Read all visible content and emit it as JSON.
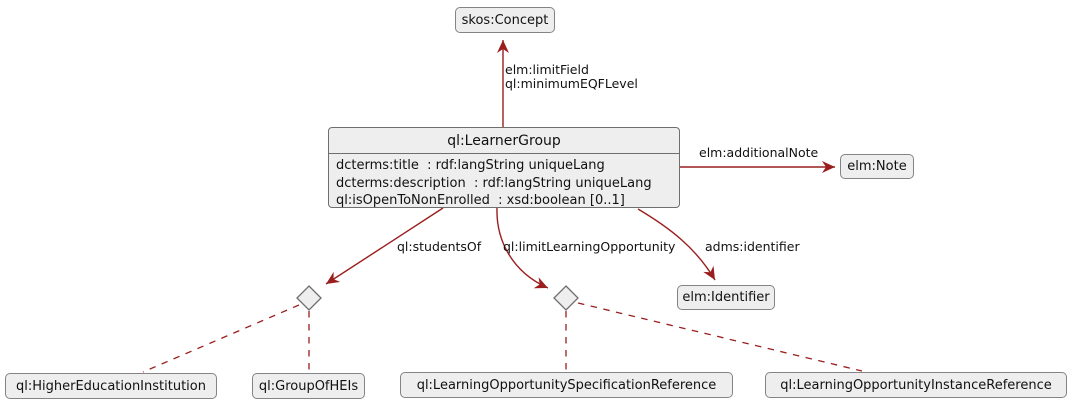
{
  "diagram": {
    "kind": "uml-class-diagram",
    "colors": {
      "background": "#ffffff",
      "arrow": "#9a1e1e",
      "node_fill": "#eeeeee",
      "node_border": "#848484",
      "text": "#111111"
    }
  },
  "class_box": {
    "title": "ql:LearnerGroup",
    "attributes": [
      "dcterms:title  : rdf:langString uniqueLang",
      "dcterms:description  : rdf:langString uniqueLang",
      "ql:isOpenToNonEnrolled  : xsd:boolean [0..1]"
    ]
  },
  "nodes": {
    "skos_concept": {
      "label": "skos:Concept"
    },
    "elm_note": {
      "label": "elm:Note"
    },
    "elm_identifier": {
      "label": "elm:Identifier"
    },
    "higher_education_institution": {
      "label": "ql:HigherEducationInstitution"
    },
    "group_of_heis": {
      "label": "ql:GroupOfHEIs"
    },
    "learning_opportunity_specification_reference": {
      "label": "ql:LearningOpportunitySpecificationReference"
    },
    "learning_opportunity_instance_reference": {
      "label": "ql:LearningOpportunityInstanceReference"
    }
  },
  "edge_labels": {
    "limit_field": "elm:limitField",
    "minimum_eqf_level": "ql:minimumEQFLevel",
    "additional_note": "elm:additionalNote",
    "students_of": "ql:studentsOf",
    "limit_learning_opportunity": "ql:limitLearningOpportunity",
    "adms_identifier": "adms:identifier"
  },
  "edges": [
    {
      "from": "ql:LearnerGroup",
      "to": "skos:Concept",
      "labels": [
        "elm:limitField",
        "ql:minimumEQFLevel"
      ],
      "style": "solid-arrow"
    },
    {
      "from": "ql:LearnerGroup",
      "to": "elm:Note",
      "labels": [
        "elm:additionalNote"
      ],
      "style": "solid-arrow"
    },
    {
      "from": "ql:LearnerGroup",
      "to": "diamond-left",
      "labels": [
        "ql:studentsOf"
      ],
      "style": "solid-arrow"
    },
    {
      "from": "ql:LearnerGroup",
      "to": "diamond-right",
      "labels": [
        "ql:limitLearningOpportunity"
      ],
      "style": "solid-arrow"
    },
    {
      "from": "ql:LearnerGroup",
      "to": "elm:Identifier",
      "labels": [
        "adms:identifier"
      ],
      "style": "solid-arrow"
    },
    {
      "from": "diamond-left",
      "to": "ql:HigherEducationInstitution",
      "labels": [],
      "style": "dashed"
    },
    {
      "from": "diamond-left",
      "to": "ql:GroupOfHEIs",
      "labels": [],
      "style": "dashed"
    },
    {
      "from": "diamond-right",
      "to": "ql:LearningOpportunitySpecificationReference",
      "labels": [],
      "style": "dashed"
    },
    {
      "from": "diamond-right",
      "to": "ql:LearningOpportunityInstanceReference",
      "labels": [],
      "style": "dashed"
    }
  ]
}
